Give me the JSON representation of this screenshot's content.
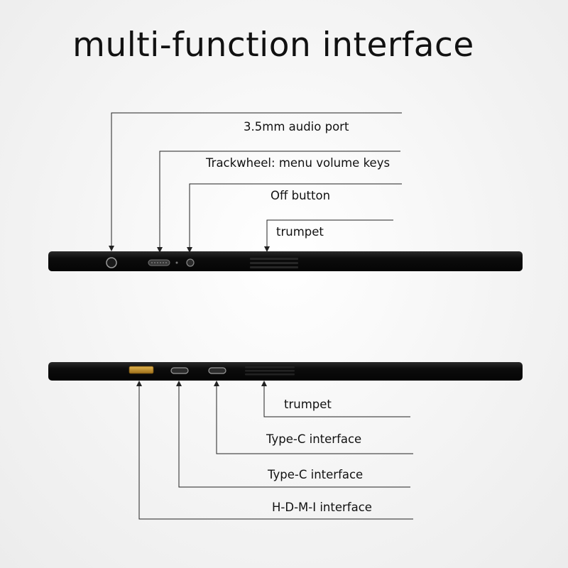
{
  "title": "multi-function interface",
  "top_edge": {
    "labels": [
      "3.5mm audio port",
      "Trackwheel: menu volume keys",
      "Off button",
      "trumpet"
    ]
  },
  "bottom_edge": {
    "labels": [
      "trumpet",
      "Type-C interface",
      "Type-C interface",
      "H-D-M-I interface"
    ]
  },
  "colors": {
    "device_body": "#0c0c0c",
    "hdmi_port": "#c8962e",
    "line": "#222222",
    "text": "#111111"
  }
}
